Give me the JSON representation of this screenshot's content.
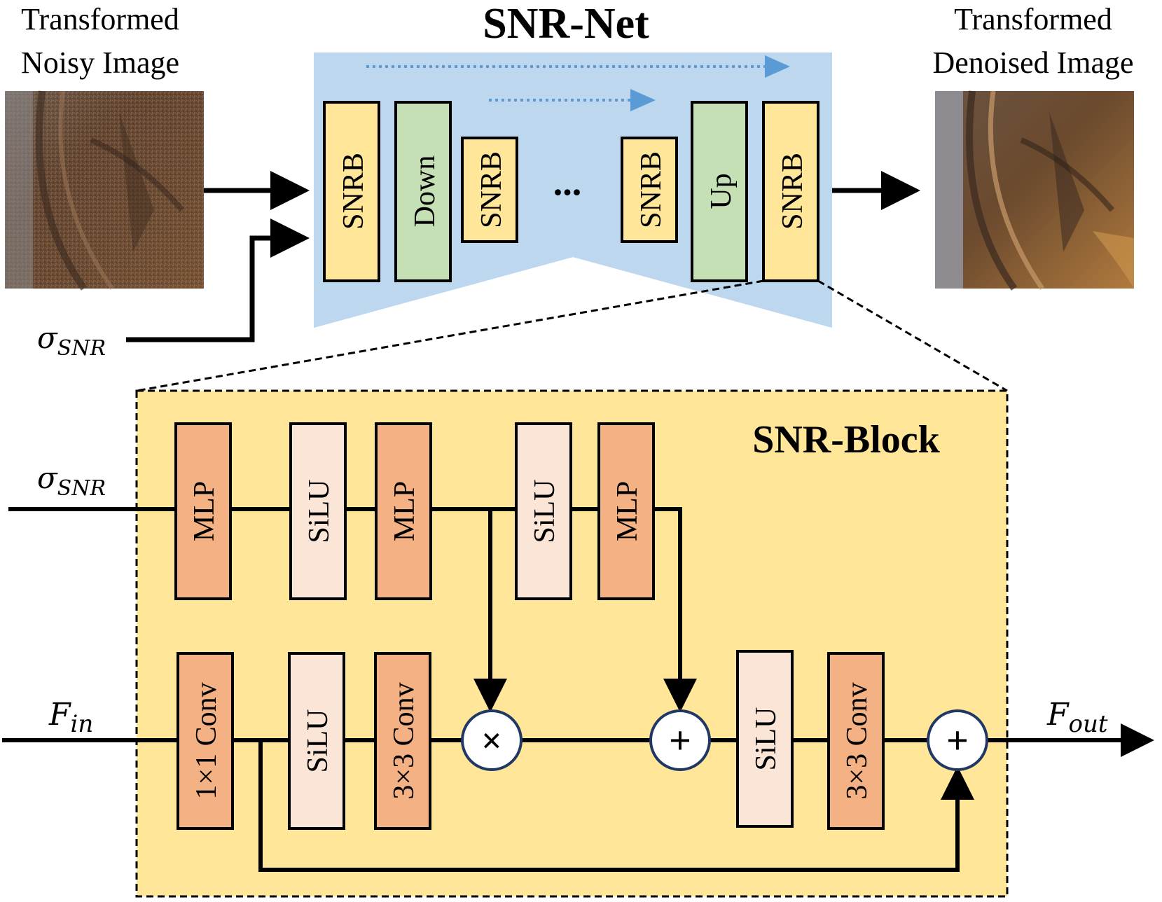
{
  "snr_net": {
    "title": "SNR-Net",
    "input_label_line1": "Transformed",
    "input_label_line2": "Noisy Image",
    "output_label_line1": "Transformed",
    "output_label_line2": "Denoised Image",
    "sigma_symbol": "σ",
    "sigma_subscript": "SNR",
    "blocks": [
      "SNRB",
      "Down",
      "SNRB",
      "SNRB",
      "Up",
      "SNRB"
    ],
    "ellipsis": "...",
    "colors": {
      "hourglass": "#bdd7ee",
      "snrb": "#ffe699",
      "updown": "#c5e0b4",
      "skip_arrow": "#5b9bd5"
    }
  },
  "snr_block": {
    "title": "SNR-Block",
    "sigma_symbol": "σ",
    "sigma_subscript": "SNR",
    "fin_symbol": "F",
    "fin_subscript": "in",
    "fout_symbol": "F",
    "fout_subscript": "out",
    "top_row": [
      "MLP",
      "SiLU",
      "MLP",
      "SiLU",
      "MLP"
    ],
    "bottom_row": [
      "1×1 Conv",
      "SiLU",
      "3×3 Conv",
      "SiLU",
      "3×3 Conv"
    ],
    "ops": {
      "multiply": "×",
      "add": "+"
    },
    "colors": {
      "background": "#ffe699",
      "mlp_conv": "#f4b183",
      "silu": "#fbe5d6"
    }
  }
}
